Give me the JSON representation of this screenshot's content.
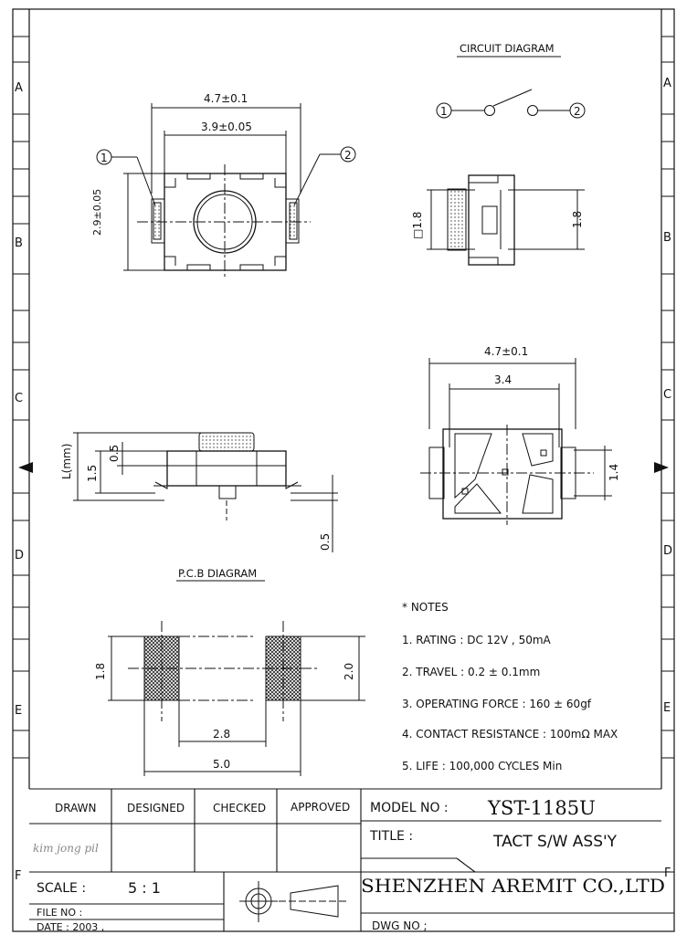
{
  "border": {
    "row_letters": [
      "A",
      "B",
      "C",
      "D",
      "E",
      "F"
    ]
  },
  "circuit": {
    "title": "CIRCUIT DIAGRAM",
    "pin1": "1",
    "pin2": "2"
  },
  "top_view": {
    "width_outer": "4.7±0.1",
    "width_inner": "3.9±0.05",
    "height": "2.9±0.05",
    "pin1": "1",
    "pin2": "2"
  },
  "side_view": {
    "left_dim": "□1.8",
    "right_dim": "1.8"
  },
  "front_view": {
    "l_label": "L(mm)",
    "h1": "1.5",
    "h2": "0.5",
    "bottom": "0.5"
  },
  "bottom_view": {
    "outer": "4.7±0.1",
    "inner": "3.4",
    "side": "1.4"
  },
  "pcb": {
    "title": "P.C.B DIAGRAM",
    "pad_h": "1.8",
    "pitch": "2.0",
    "gap": "2.8",
    "total": "5.0"
  },
  "notes": {
    "heading": "* NOTES",
    "items": [
      "1. RATING : DC 12V , 50mA",
      "2. TRAVEL : 0.2 ± 0.1mm",
      "3. OPERATING FORCE :   160 ± 60gf",
      "4. CONTACT RESISTANCE : 100mΩ   MAX",
      "5. LIFE : 100,000 CYCLES Min"
    ]
  },
  "title_block": {
    "drawn": "DRAWN",
    "designed": "DESIGNED",
    "checked": "CHECKED",
    "approved": "APPROVED",
    "drawn_by": "kim jong pil",
    "scale_label": "SCALE :",
    "scale_value": "5 : 1",
    "file_no": "FILE NO :",
    "date": "DATE : 2003 ,",
    "model_label": "MODEL NO :",
    "model_value": "YST-1185U",
    "title_label": "TITLE :",
    "title_value": "TACT S/W ASS'Y",
    "company": "SHENZHEN AREMIT CO.,LTD",
    "dwg_no": "DWG  NO  ;"
  }
}
